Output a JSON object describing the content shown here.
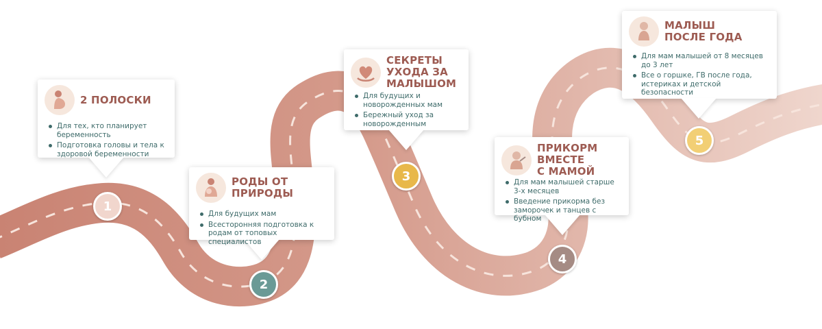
{
  "steps": [
    {
      "number": "1",
      "title": "2 полоски",
      "bullets": [
        "Для тех, кто планирует беременность",
        "Подготовка головы и тела к здоровой беременности"
      ],
      "badge_color": "#f1d6cd",
      "icon": "pregnant-woman-icon"
    },
    {
      "number": "2",
      "title": "Роды от\nприроды",
      "bullets": [
        "Для будущих мам",
        "Всесторонняя подготовка к родам от топовых специалистов"
      ],
      "badge_color": "#6a9a96",
      "icon": "mother-newborn-icon"
    },
    {
      "number": "3",
      "title": "Секреты\nухода за\nмалышом",
      "bullets": [
        "Для будущих и новорожденных мам",
        "Бережный уход за новорожденным"
      ],
      "badge_color": "#e8b84a",
      "icon": "heart-hands-icon"
    },
    {
      "number": "4",
      "title": "Прикорм\nвместе\nс мамой",
      "bullets": [
        "Для мам малышей старше 3-х месяцев",
        "Введение прикорма без заморочек и танцев с бубном"
      ],
      "badge_color": "#a58b84",
      "icon": "baby-food-icon"
    },
    {
      "number": "5",
      "title": "Малыш\nпосле года",
      "bullets": [
        "Для мам малышей от 8 месяцев до 3 лет",
        "Все о горшке, ГВ после года, истериках и детской безопасности"
      ],
      "badge_color": "#f2cf75",
      "icon": "toddler-icon"
    }
  ],
  "colors": {
    "road_start": "#c98373",
    "road_end": "#efd6cd",
    "road_dash": "#f7e4dc",
    "title": "#9d5b52",
    "text": "#3e6b6a"
  }
}
